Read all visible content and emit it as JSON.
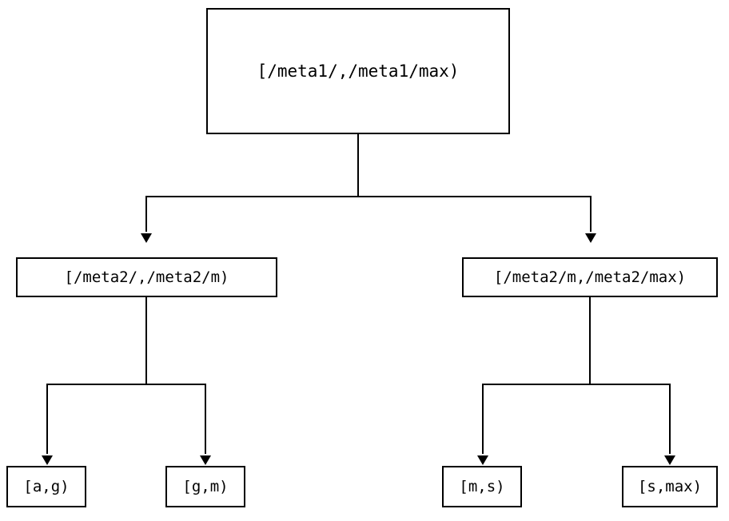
{
  "diagram": {
    "type": "binary-tree",
    "title": "",
    "nodes": {
      "root": {
        "id": "root",
        "label": "[/meta1/,/meta1/max)",
        "level": 0
      },
      "mid_left": {
        "id": "mid-left",
        "label": "[/meta2/,/meta2/m)",
        "level": 1
      },
      "mid_right": {
        "id": "mid-right",
        "label": "[/meta2/m,/meta2/max)",
        "level": 1
      },
      "leaf_ag": {
        "id": "leaf-a-g",
        "label": "[a,g)",
        "level": 2
      },
      "leaf_gm": {
        "id": "leaf-g-m",
        "label": "[g,m)",
        "level": 2
      },
      "leaf_ms": {
        "id": "leaf-m-s",
        "label": "[m,s)",
        "level": 2
      },
      "leaf_smax": {
        "id": "leaf-s-max",
        "label": "[s,max)",
        "level": 2
      }
    },
    "edges": [
      {
        "from": "root",
        "to": "mid_left",
        "arrow": "down-triangle"
      },
      {
        "from": "root",
        "to": "mid_right",
        "arrow": "down-triangle"
      },
      {
        "from": "mid_left",
        "to": "leaf_ag",
        "arrow": "down-triangle"
      },
      {
        "from": "mid_left",
        "to": "leaf_gm",
        "arrow": "down-triangle"
      },
      {
        "from": "mid_right",
        "to": "leaf_ms",
        "arrow": "down-triangle"
      },
      {
        "from": "mid_right",
        "to": "leaf_smax",
        "arrow": "down-triangle"
      }
    ],
    "colors": {
      "background": "#ffffff",
      "stroke": "#000000",
      "text": "#000000",
      "node_fill": "#ffffff"
    }
  }
}
